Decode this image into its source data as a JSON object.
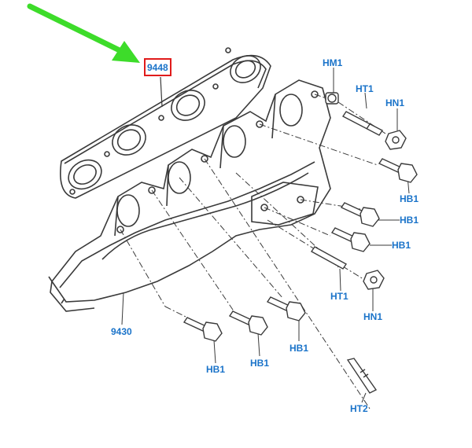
{
  "callouts": {
    "gasket": "9448",
    "manifold": "9430",
    "hm1": "HM1",
    "ht1_top": "HT1",
    "hn1_top": "HN1",
    "hb1_r1": "HB1",
    "hb1_r2": "HB1",
    "hb1_r3": "HB1",
    "ht1_mid": "HT1",
    "hn1_mid": "HN1",
    "hb1_b1": "HB1",
    "hb1_b2": "HB1",
    "hb1_b3": "HB1",
    "ht2": "HT2"
  },
  "colors": {
    "label_text": "#1a73c9",
    "highlight_box": "#e01b1b",
    "arrow": "#3ddc2a",
    "line_art": "#3a3a3a"
  },
  "icons": {
    "pointer": "green-arrow-icon",
    "gasket": "exhaust-gasket-icon",
    "manifold": "exhaust-manifold-icon"
  }
}
